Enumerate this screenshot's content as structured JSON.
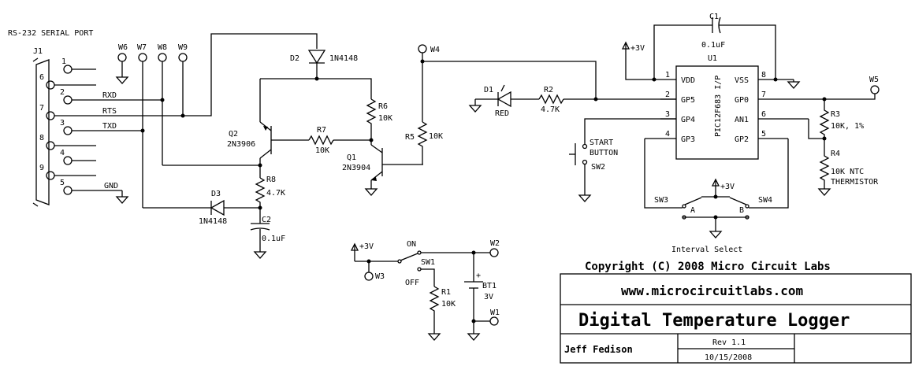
{
  "connector": {
    "title": "RS-232 SERIAL PORT",
    "ref": "J1",
    "pins": [
      "1",
      "6",
      "2",
      "7",
      "3",
      "8",
      "4",
      "9",
      "5"
    ],
    "signals": {
      "rxd": "RXD",
      "rts": "RTS",
      "txd": "TXD",
      "gnd": "GND"
    }
  },
  "wires_labels": {
    "w6": "W6",
    "w7": "W7",
    "w8": "W8",
    "w9": "W9",
    "w4": "W4",
    "w5": "W5",
    "w3": "W3",
    "w2": "W2",
    "w1": "W1"
  },
  "parts": {
    "d2": {
      "ref": "D2",
      "value": "1N4148"
    },
    "d3": {
      "ref": "D3",
      "value": "1N4148"
    },
    "d1": {
      "ref": "D1",
      "value": "RED"
    },
    "q2": {
      "ref": "Q2",
      "value": "2N3906"
    },
    "q1": {
      "ref": "Q1",
      "value": "2N3904"
    },
    "r6": {
      "ref": "R6",
      "value": "10K"
    },
    "r7": {
      "ref": "R7",
      "value": "10K"
    },
    "r5": {
      "ref": "R5",
      "value": "10K"
    },
    "r8": {
      "ref": "R8",
      "value": "4.7K"
    },
    "r2": {
      "ref": "R2",
      "value": "4.7K"
    },
    "r3": {
      "ref": "R3",
      "value": "10K, 1%"
    },
    "r4": {
      "ref": "R4",
      "value": "10K NTC",
      "value2": "THERMISTOR"
    },
    "r1": {
      "ref": "R1",
      "value": "10K"
    },
    "c2": {
      "ref": "C2",
      "value": "0.1uF"
    },
    "c1": {
      "ref": "C1",
      "value": "0.1uF"
    },
    "bt1": {
      "ref": "BT1",
      "value": "3V"
    },
    "sw1": {
      "ref": "SW1",
      "on": "ON",
      "off": "OFF"
    },
    "sw2": {
      "ref": "SW2",
      "label1": "START",
      "label2": "BUTTON"
    },
    "sw3": {
      "ref": "SW3"
    },
    "sw4": {
      "ref": "SW4"
    },
    "u1": {
      "ref": "U1",
      "part": "PIC12F683 I/P",
      "left_pins": [
        {
          "num": "1",
          "name": "VDD"
        },
        {
          "num": "2",
          "name": "GP5"
        },
        {
          "num": "3",
          "name": "GP4"
        },
        {
          "num": "4",
          "name": "GP3"
        }
      ],
      "right_pins": [
        {
          "num": "8",
          "name": "VSS"
        },
        {
          "num": "7",
          "name": "GP0"
        },
        {
          "num": "6",
          "name": "AN1"
        },
        {
          "num": "5",
          "name": "GP2"
        }
      ]
    }
  },
  "power": {
    "plus3v": "+3V"
  },
  "interval": {
    "a": "A",
    "b": "B",
    "label": "Interval Select"
  },
  "title_block": {
    "copyright": "Copyright (C) 2008 Micro Circuit Labs",
    "url": "www.microcircuitlabs.com",
    "title": "Digital Temperature Logger",
    "author": "Jeff Fedison",
    "rev": "Rev 1.1",
    "date": "10/15/2008"
  }
}
